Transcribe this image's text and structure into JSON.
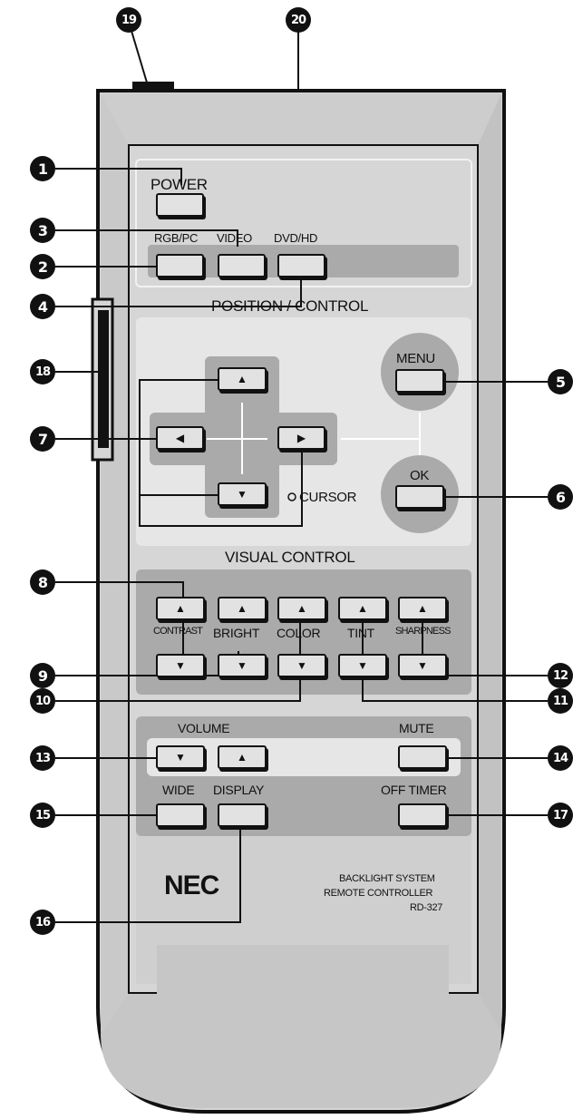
{
  "power": {
    "label": "POWER"
  },
  "input": {
    "rgb_pc": "RGB/PC",
    "video": "VIDEO",
    "dvd_hd": "DVD/HD"
  },
  "position_control": {
    "title": "POSITION / CONTROL",
    "cursor_label": "CURSOR",
    "menu": "MENU",
    "ok": "OK"
  },
  "visual_control": {
    "title": "VISUAL CONTROL",
    "labels": [
      "CONTRAST",
      "BRIGHT",
      "COLOR",
      "TINT",
      "SHARPNESS"
    ]
  },
  "volume": {
    "label": "VOLUME"
  },
  "mute": {
    "label": "MUTE"
  },
  "wide": {
    "label": "WIDE"
  },
  "display": {
    "label": "DISPLAY"
  },
  "off_timer": {
    "label": "OFF TIMER"
  },
  "brand": {
    "logo": "NEC"
  },
  "model": {
    "line1": "BACKLIGHT SYSTEM",
    "line2": "REMOTE CONTROLLER",
    "line3": "RD-327"
  },
  "icons": {
    "up": "triangle-up-icon",
    "down": "triangle-down-icon",
    "left": "triangle-left-icon",
    "right": "triangle-right-icon"
  },
  "colors": {
    "body": "#d6d6d6",
    "panel": "#aaaaaa",
    "button": "#e2e2e2",
    "outline": "#111111",
    "callout": "#111111"
  },
  "callouts": [
    "1",
    "2",
    "3",
    "4",
    "5",
    "6",
    "7",
    "8",
    "9",
    "10",
    "11",
    "12",
    "13",
    "14",
    "15",
    "16",
    "17",
    "18",
    "19",
    "20"
  ]
}
